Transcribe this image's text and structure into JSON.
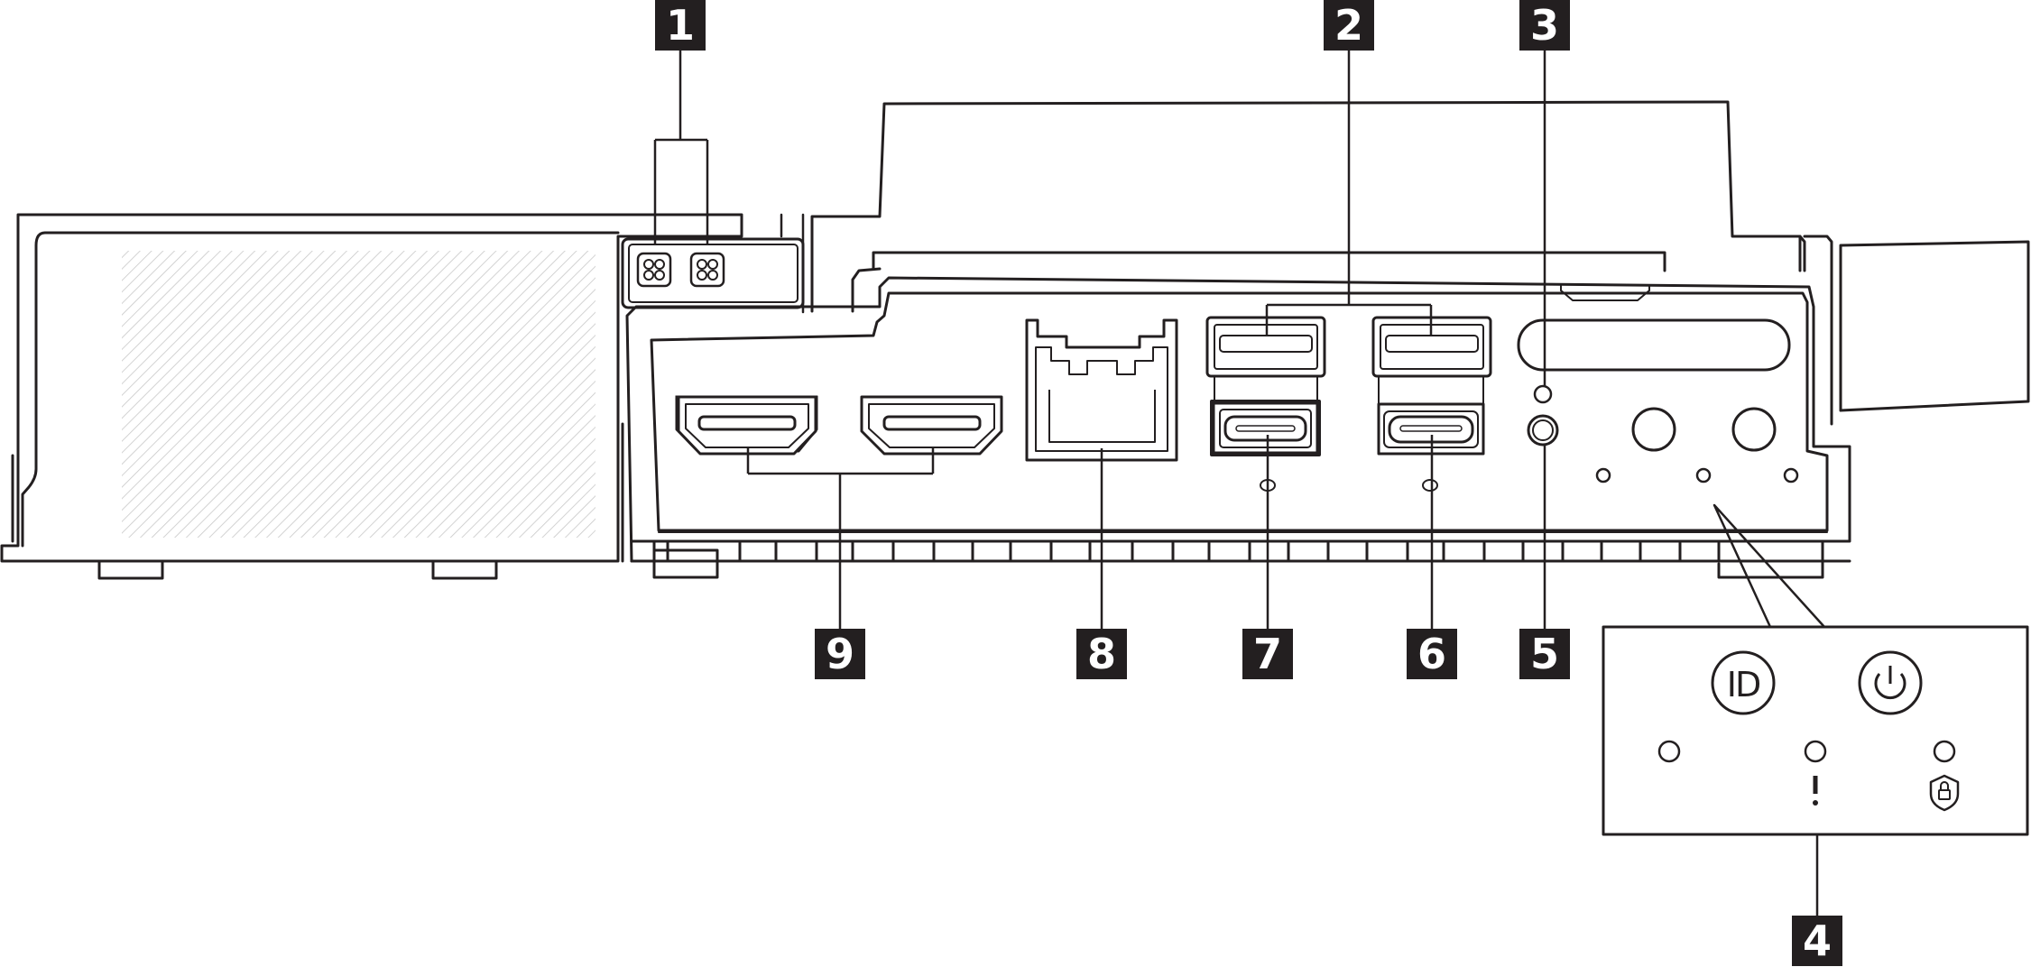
{
  "callouts": [
    {
      "number": "1",
      "label": "fan-indicators"
    },
    {
      "number": "2",
      "label": "usb-a-ports"
    },
    {
      "number": "3",
      "label": "small-led"
    },
    {
      "number": "4",
      "label": "front-panel-indicators"
    },
    {
      "number": "5",
      "label": "reset-button"
    },
    {
      "number": "6",
      "label": "usb-c-port-right"
    },
    {
      "number": "7",
      "label": "usb-c-port-left"
    },
    {
      "number": "8",
      "label": "rj45-port"
    },
    {
      "number": "9",
      "label": "hdmi-ports"
    }
  ],
  "detail": {
    "id_button_text": "ID"
  },
  "colors": {
    "stroke": "#231f20",
    "callout_bg": "#231f20",
    "callout_text": "#ffffff",
    "hatch": "#c8c8c8"
  }
}
